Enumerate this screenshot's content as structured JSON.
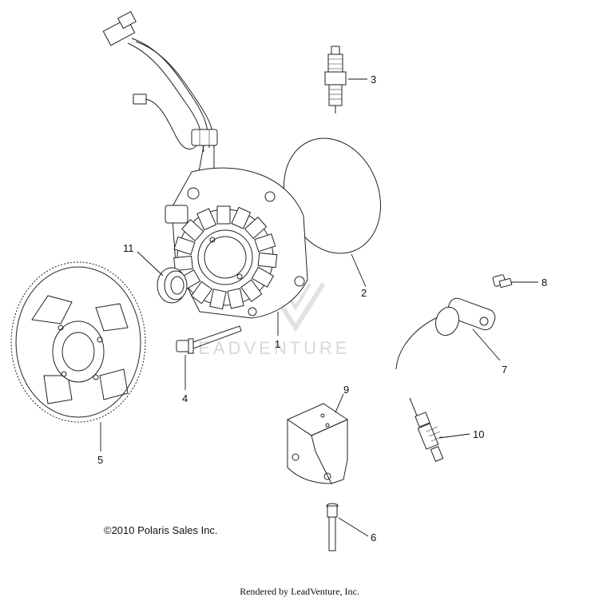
{
  "callouts": [
    {
      "id": "1",
      "label": "1"
    },
    {
      "id": "2",
      "label": "2"
    },
    {
      "id": "3",
      "label": "3"
    },
    {
      "id": "4",
      "label": "4"
    },
    {
      "id": "5",
      "label": "5"
    },
    {
      "id": "6",
      "label": "6"
    },
    {
      "id": "7",
      "label": "7"
    },
    {
      "id": "8",
      "label": "8"
    },
    {
      "id": "9",
      "label": "9"
    },
    {
      "id": "10",
      "label": "10"
    },
    {
      "id": "11",
      "label": "11"
    }
  ],
  "watermark": "LEADVENTURE",
  "copyright": "©2010 Polaris Sales Inc.",
  "footer": "Rendered by LeadVenture, Inc."
}
